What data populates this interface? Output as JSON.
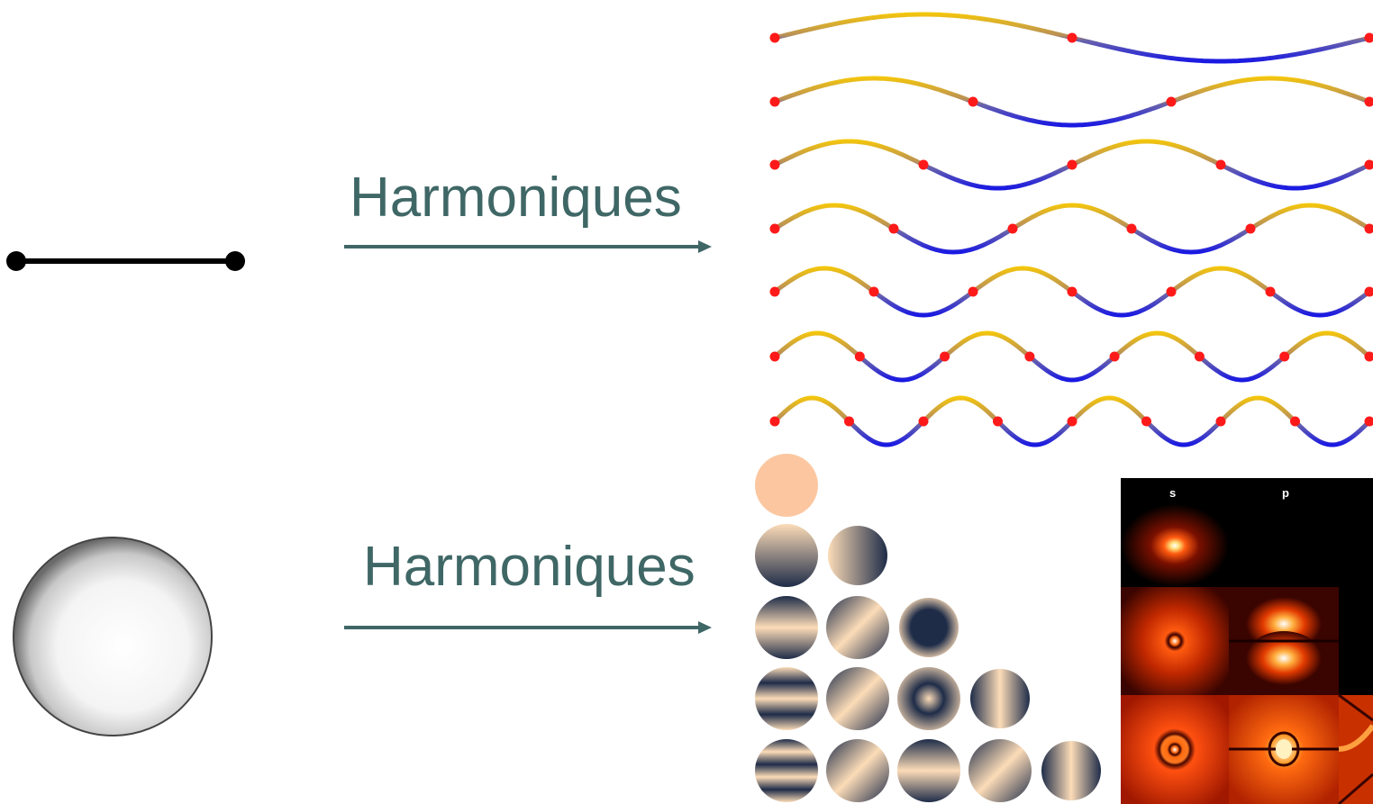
{
  "top_row": {
    "arrow_label": "Harmoniques",
    "harmonic_count": 7,
    "colors": {
      "crest": "#f4c10f",
      "trough": "#1b1bde",
      "node": "#ff1a1a",
      "string": "#000000"
    }
  },
  "bottom_row": {
    "arrow_label": "Harmoniques",
    "sphere_rows": [
      1,
      2,
      3,
      4,
      5
    ],
    "orbital_panel": {
      "column_labels": [
        "s",
        "p"
      ],
      "rows": 3
    },
    "colors": {
      "light": "#fcdcb8",
      "dark": "#1e2c48",
      "glow": "#ff5a10"
    }
  },
  "colors": {
    "label": "#3f6766",
    "arrow": "#3f6766"
  }
}
